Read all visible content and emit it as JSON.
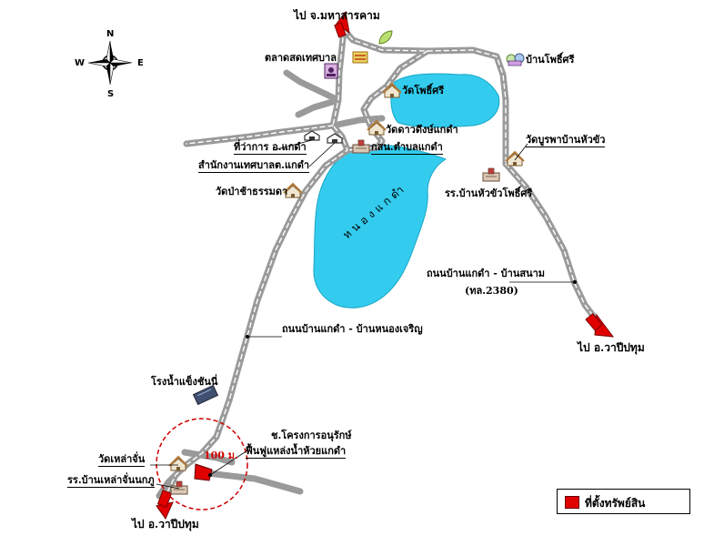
{
  "compass": {
    "n": "N",
    "s": "S",
    "e": "E",
    "w": "W"
  },
  "labels": {
    "to_mahasarakham": "ไป จ.มหาสารคาม",
    "municipal_market": "ตลาดสดเทศบาล",
    "wat_phochi_si": "วัดโพธิ์ศรี",
    "ban_phochi_si": "บ้านโพธิ์ศรี",
    "wat_klang": "วัดดาวดึงษ์แกดำ",
    "police": "กสน.ตำบลแกดำ",
    "district_office": "ที่ว่าการ อ.แกดำ",
    "municipal_office": "สำนักงานเทศบาลต.แกดำ",
    "wat_pa": "วัดป่าช้าธรรมดา",
    "wat_burapha": "วัดบูรพาบ้านหัวขัว",
    "school_huakhua": "รร.บ้านหัวขัวโพธิ์ศรี",
    "lake": "หนองแกดำ",
    "road_sanam": "ถนนบ้านแกดำ - บ้านสนาม",
    "road_code": "(ทล.2380)",
    "to_wapi_right": "ไป อ.วาปีปทุม",
    "road_nongcharoen": "ถนนบ้านแกดำ - บ้านหนองเจริญ",
    "ice_factory": "โรงน้ำแข็งชันนี่",
    "project_line1": "ช.โครงการอนุรักษ์",
    "project_line2": "ฟื้นฟูแหล่งน้ำห้วยแกดำ",
    "distance": "100 ม.",
    "wat_laochan": "วัดเหล่าจั่น",
    "school_laochan": "รร.บ้านเหล่าจั่นนกภู",
    "to_wapi_bottom": "ไป อ.วาปีปทุม"
  },
  "legend": {
    "label": "ที่ตั้งทรัพย์สิน"
  },
  "colors": {
    "lake": "#33ccee",
    "road": "#9a9a9a",
    "marker": "#e00000",
    "circle": "#d00000"
  }
}
